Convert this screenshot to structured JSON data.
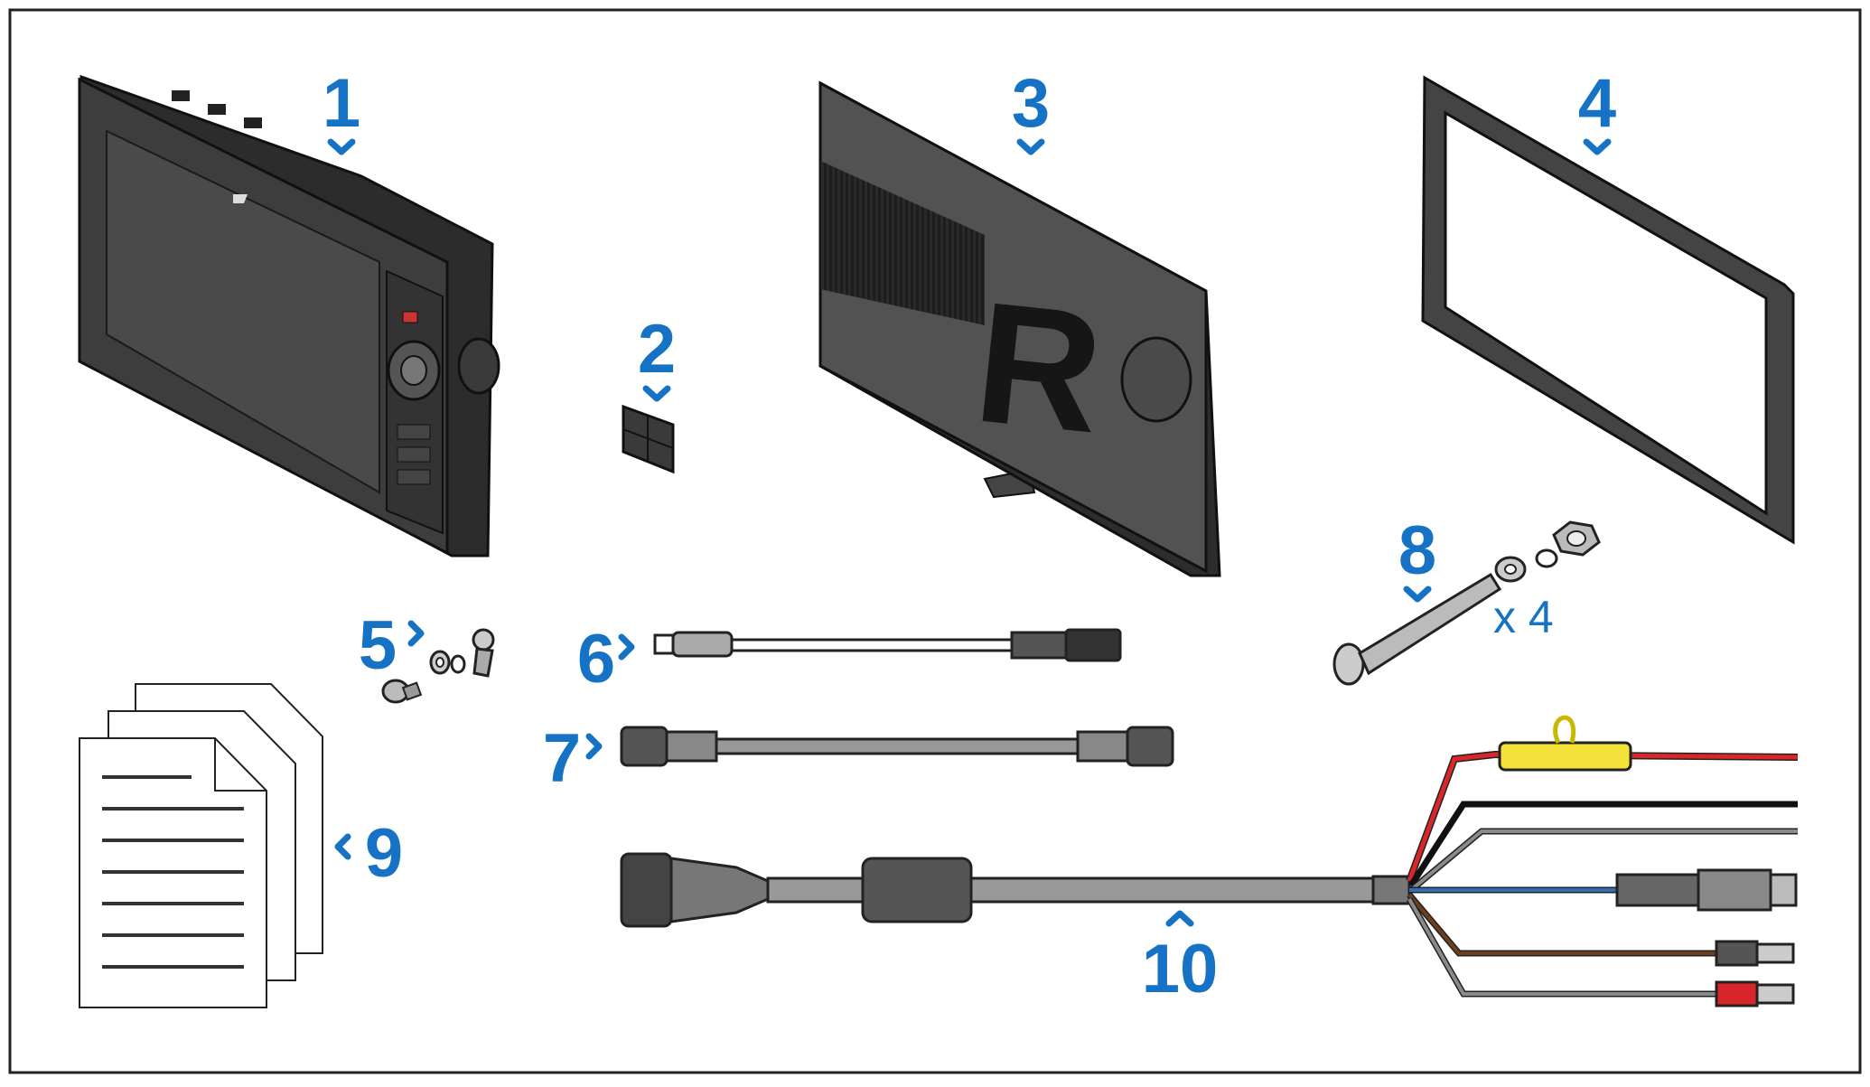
{
  "labels": {
    "item_1": "1",
    "item_2": "2",
    "item_3": "3",
    "item_4": "4",
    "item_5": "5",
    "item_6": "6",
    "item_7": "7",
    "item_8": "8",
    "item_9": "9",
    "item_10": "10",
    "quantity_8": "x 4"
  },
  "colors": {
    "callout_blue": "#1572c4",
    "device_dark": "#3b3b3b",
    "cable_gray": "#8a8a8a",
    "wire_red": "#d8262b",
    "wire_black": "#111111",
    "wire_blue": "#2e6fb5",
    "wire_brown": "#6b3f1f",
    "fuse_yellow": "#f3e23a"
  }
}
